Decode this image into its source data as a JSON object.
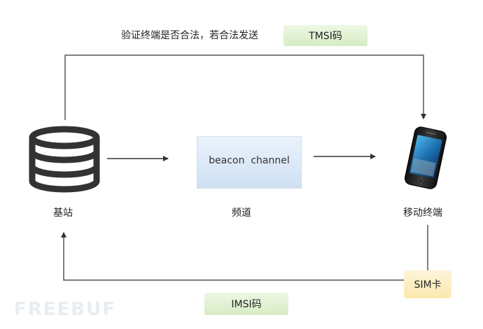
{
  "labels": {
    "verify_text": "验证终端是否合法，若合法发送",
    "tmsi": "TMSI码",
    "beacon": "beacon  channel",
    "base_station": "基站",
    "channel": "频道",
    "mobile_terminal": "移动终端",
    "sim": "SIM卡",
    "imsi": "IMSI码",
    "watermark": "FREEBUF"
  },
  "colors": {
    "line": "#555555",
    "database_icon": "#333333",
    "tmsi_fill": "#d6ecc4",
    "beacon_fill": "#cfe0f3",
    "sim_fill": "#fbe8ad",
    "imsi_fill": "#d6ecc4"
  },
  "icons": {
    "base_station": "database-icon",
    "mobile_terminal": "smartphone-icon"
  }
}
